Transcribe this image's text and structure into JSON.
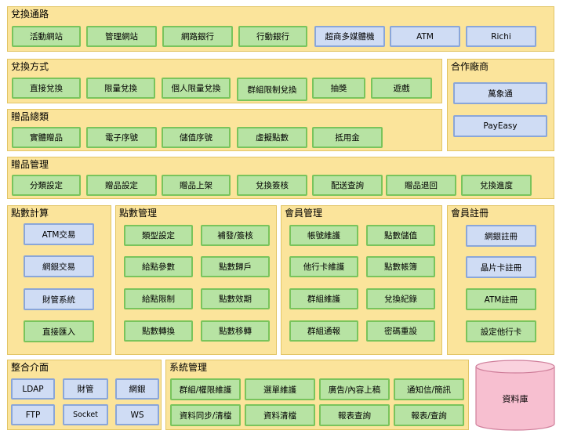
{
  "sections": {
    "redeem_channels": {
      "title": "兌換通路",
      "items": [
        "活動網站",
        "管理網站",
        "網路銀行",
        "行動銀行",
        "超商多媒體機",
        "ATM",
        "Richi"
      ]
    },
    "redeem_methods": {
      "title": "兌換方式",
      "items": [
        "直接兌換",
        "限量兌換",
        "個人限量兌換",
        "群組限制兌換",
        "抽獎",
        "遊戲"
      ]
    },
    "partners": {
      "title": "合作廠商",
      "items": [
        "萬象通",
        "PayEasy"
      ]
    },
    "gift_types": {
      "title": "贈品總類",
      "items": [
        "實體贈品",
        "電子序號",
        "儲值序號",
        "虛擬點數",
        "抵用金"
      ]
    },
    "gift_management": {
      "title": "贈品管理",
      "items": [
        "分類設定",
        "贈品設定",
        "贈品上架",
        "兌換簽核",
        "配送查詢",
        "贈品退回",
        "兌換進度"
      ]
    },
    "points_calc": {
      "title": "點數計算",
      "items": [
        "ATM交易",
        "網銀交易",
        "財管系統",
        "直接匯入"
      ]
    },
    "points_management": {
      "title": "點數管理",
      "items": [
        "類型設定",
        "補發/簽核",
        "給點參數",
        "點數歸戶",
        "給點限制",
        "點數效期",
        "點數轉換",
        "點數移轉"
      ]
    },
    "member_management": {
      "title": "會員管理",
      "items": [
        "帳號維護",
        "點數儲值",
        "他行卡維護",
        "點數帳簿",
        "群組維護",
        "兌換紀錄",
        "群組通報",
        "密碼重設"
      ]
    },
    "member_registration": {
      "title": "會員註冊",
      "items": [
        "網銀註冊",
        "晶片卡註冊",
        "ATM註冊",
        "設定他行卡"
      ]
    },
    "integration": {
      "title": "整合介面",
      "items": [
        "LDAP",
        "財管",
        "網銀",
        "FTP",
        "Socket",
        "WS"
      ]
    },
    "system_management": {
      "title": "系統管理",
      "items": [
        "群組/權限維護",
        "選單維護",
        "廣告/內容上稿",
        "通知信/簡訊",
        "資料同步/清檔",
        "資料清檔",
        "報表查詢",
        "報表/查詢"
      ]
    }
  },
  "database": {
    "label": "資料庫"
  },
  "colors": {
    "panel_fill": "#fbe49b",
    "green_box_fill": "#b7e3a3",
    "blue_box_fill": "#cfdcf4",
    "database_fill": "#f7bfd0"
  }
}
